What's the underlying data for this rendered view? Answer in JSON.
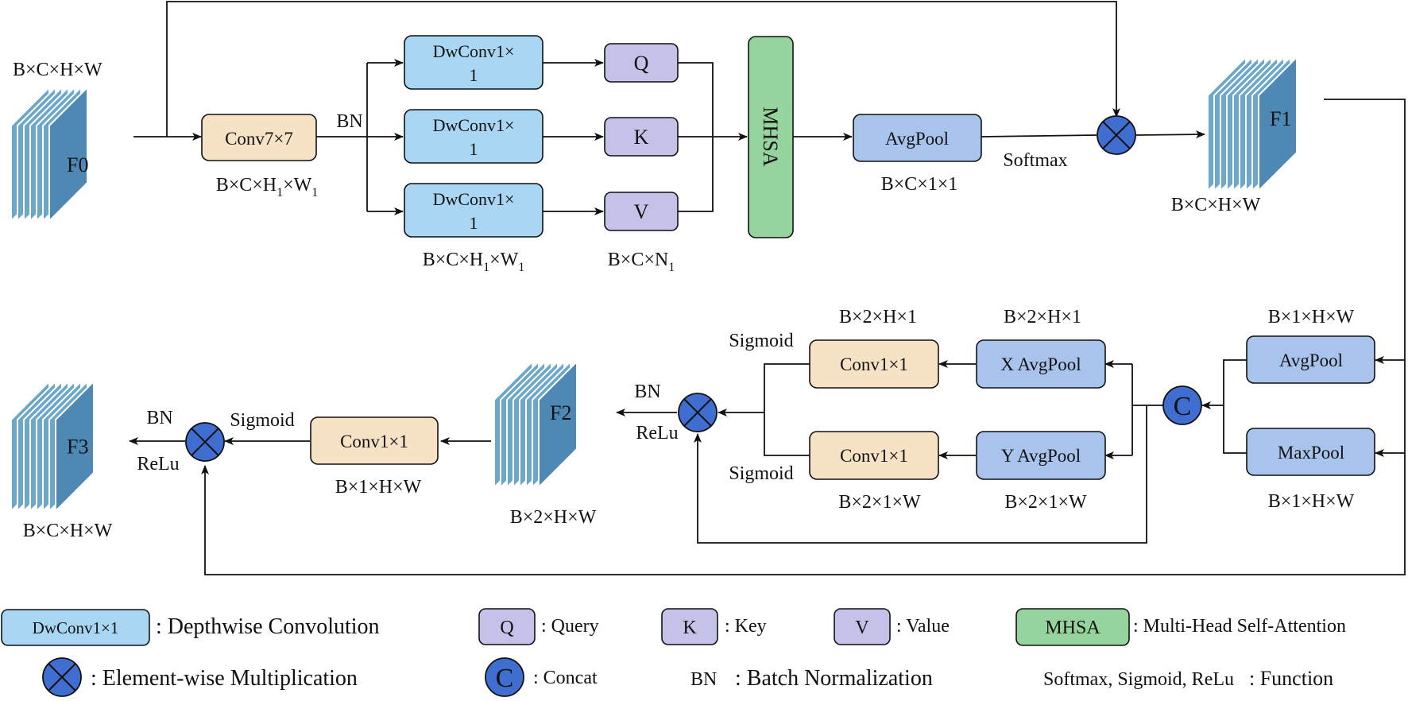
{
  "colors": {
    "blue_box": "#a9d6f3",
    "purple_box": "#c5c2ea",
    "green_box": "#95d49c",
    "peach_box": "#f8e2c6",
    "pool_box": "#a9c4ec",
    "op_circle": "#3f6ed0",
    "feature_front": "#6aa7cb",
    "feature_side": "#4e89b6"
  },
  "features": {
    "f0": {
      "label": "F0",
      "shape": "B×C×H×W"
    },
    "f1": {
      "label": "F1",
      "shape": "B×C×H×W"
    },
    "f2": {
      "label": "F2",
      "shape": "B×2×H×W"
    },
    "f3": {
      "label": "F3",
      "shape": "B×C×H×W"
    }
  },
  "top": {
    "conv7": "Conv7×7",
    "bn": "BN",
    "conv7_shape": {
      "main": "B×C×H",
      "sub1": "1",
      "mid": "×W",
      "sub2": "1"
    },
    "dwconv_line1": "DwConv1×",
    "dwconv_line2": "1",
    "dw_shape": {
      "main": "B×C×H",
      "sub1": "1",
      "mid": "×W",
      "sub2": "1"
    },
    "q": "Q",
    "k": "K",
    "v": "V",
    "qkv_shape": {
      "main": "B×C×N",
      "sub1": "1"
    },
    "mhsa": "MHSA",
    "avgpool": "AvgPool",
    "avgpool_shape": "B×C×1×1",
    "softmax": "Softmax"
  },
  "bottom": {
    "avgpool": "AvgPool",
    "avgpool_shape": "B×1×H×W",
    "maxpool": "MaxPool",
    "maxpool_shape": "B×1×H×W",
    "concat": "C",
    "xavg": "X AvgPool",
    "xavg_shape": "B×2×H×1",
    "yavg": "Y AvgPool",
    "yavg_shape": "B×2×1×W",
    "conv_top": "Conv1×1",
    "conv_top_shape": "B×2×H×1",
    "conv_bottom": "Conv1×1",
    "conv_bottom_shape": "B×2×1×W",
    "sigmoid_top": "Sigmoid",
    "sigmoid_bottom": "Sigmoid",
    "bn_f2": "BN",
    "relu_f2": "ReLu",
    "conv_f3": "Conv1×1",
    "conv_f3_shape": "B×1×H×W",
    "sigmoid_f3": "Sigmoid",
    "bn_f3": "BN",
    "relu_f3": "ReLu"
  },
  "legend": {
    "dwconv_box": "DwConv1×1",
    "dwconv_desc": ": Depthwise Convolution",
    "q_box": "Q",
    "q_desc": ": Query",
    "k_box": "K",
    "k_desc": ": Key",
    "v_box": "V",
    "v_desc": ": Value",
    "mhsa_box": "MHSA",
    "mhsa_desc": ": Multi-Head Self-Attention",
    "mult_desc": ": Element-wise Multiplication",
    "concat_box": "C",
    "concat_desc": ": Concat",
    "bn_key": "BN",
    "bn_desc": ": Batch Normalization",
    "func_key": "Softmax, Sigmoid, ReLu",
    "func_desc": ": Function"
  }
}
